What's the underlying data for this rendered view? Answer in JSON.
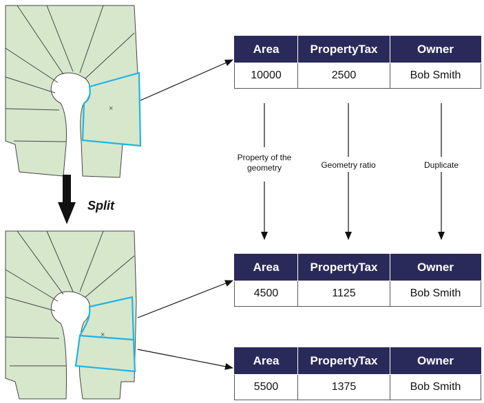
{
  "colors": {
    "parcel_fill": "#d6e7cc",
    "parcel_line": "#444444",
    "selection": "#1fb4e6",
    "header_bg": "#2a2a5a",
    "header_text": "#ffffff"
  },
  "split_label": "Split",
  "policy_labels": {
    "area": "Property of the geometry",
    "area_line1": "Property of the",
    "area_line2": "geometry",
    "property_tax": "Geometry ratio",
    "owner": "Duplicate"
  },
  "tables": [
    {
      "headers": [
        "Area",
        "PropertyTax",
        "Owner"
      ],
      "row": [
        "10000",
        "2500",
        "Bob Smith"
      ]
    },
    {
      "headers": [
        "Area",
        "PropertyTax",
        "Owner"
      ],
      "row": [
        "4500",
        "1125",
        "Bob Smith"
      ]
    },
    {
      "headers": [
        "Area",
        "PropertyTax",
        "Owner"
      ],
      "row": [
        "5500",
        "1375",
        "Bob Smith"
      ]
    }
  ]
}
